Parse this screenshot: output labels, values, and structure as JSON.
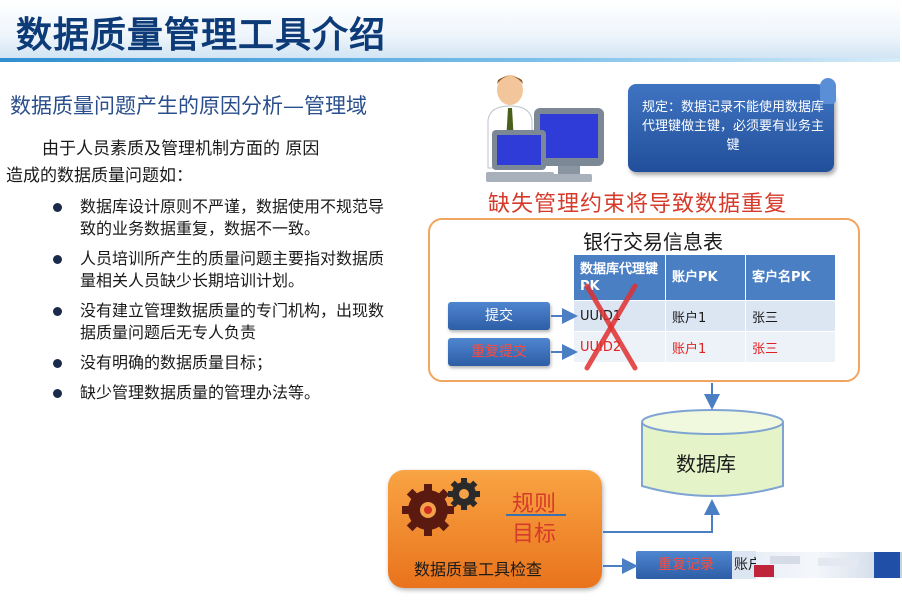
{
  "slide": {
    "title": "数据质量管理工具介绍",
    "subtitle": "数据质量问题产生的原因分析—管理域",
    "intro_line1": "由于人员素质及管理机制方面的 原因",
    "intro_line2": "造成的数据质量问题如：",
    "bullets": [
      "数据库设计原则不严谨，数据使用不规范导致的业务数据重复，数据不一致。",
      "人员培训所产生的质量问题主要指对数据质量相关人员缺少长期培训计划。",
      "没有建立管理数据质量的专门机构，出现数据质量问题后无专人负责",
      "没有明确的数据质量目标；",
      "缺少管理数据质量的管理办法等。"
    ]
  },
  "diagram": {
    "note": "规定：数据记录不能使用数据库代理键做主键，必须要有业务主键",
    "warning": "缺失管理约束将导致数据重复",
    "table_title": "银行交易信息表",
    "columns": [
      "数据库代理键PK",
      "账户PK",
      "客户名PK"
    ],
    "rows": [
      [
        "UUID1",
        "账户1",
        "张三"
      ],
      [
        "UUID2",
        "账户1",
        "张三"
      ]
    ],
    "submit_label": "提交",
    "resubmit_label": "重复提交",
    "database_label": "数据库",
    "rule_label": "规则",
    "goal_label": "目标",
    "tool_label": "数据质量工具检查",
    "duplicate_label": "重复记录",
    "duplicate_cell": "账户1"
  },
  "colors": {
    "title": "#0d3b78",
    "warning_red": "#d63a2a",
    "table_header": "#4a7fc4",
    "tool_orange": "#f08a2c",
    "box_border": "#f0a560"
  }
}
